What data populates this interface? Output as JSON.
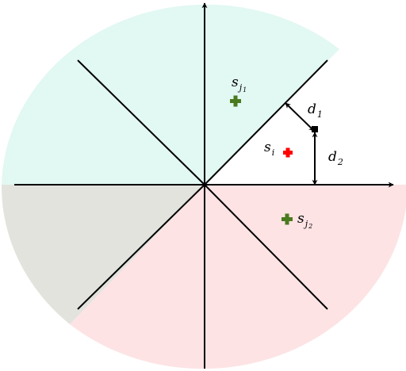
{
  "colors": {
    "region_upper": "#e2f8f2",
    "region_lower": "#fde3e4",
    "region_left": "#e3e3de",
    "axis": "#000000",
    "neighbor_point": "#4a7a1e",
    "target_point": "#ff0000",
    "foot_point": "#000000"
  },
  "labels": {
    "s_j1": {
      "base": "s",
      "sub": "j",
      "subsub": "1"
    },
    "s_j2": {
      "base": "s",
      "sub": "j",
      "subsub": "2"
    },
    "s_i": {
      "base": "s",
      "sub": "i"
    },
    "d1": {
      "base": "d",
      "sub": "1"
    },
    "d2": {
      "base": "d",
      "sub": "2"
    }
  }
}
